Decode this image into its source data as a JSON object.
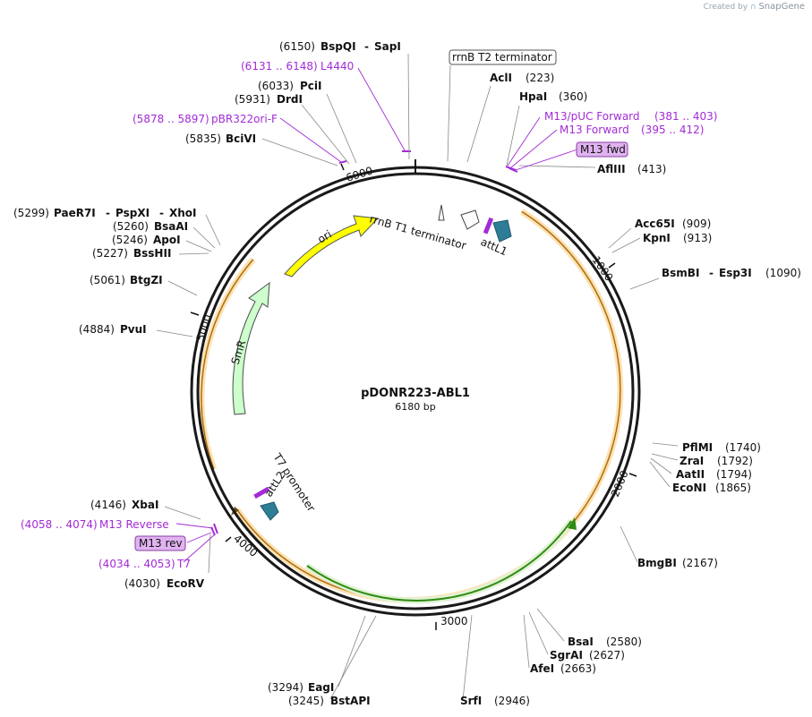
{
  "credit": {
    "prefix": "Created by",
    "brand": "SnapGene"
  },
  "plasmid": {
    "name": "pDONR223-ABL1",
    "size": "6180 bp"
  },
  "ticks": [
    "1000",
    "2000",
    "3000",
    "4000",
    "5000",
    "6000"
  ],
  "enzymes": [
    {
      "pos": "(6150)",
      "name": "BspQI",
      "sep": "-",
      "name2": "SapI"
    },
    {
      "pos": "(6033)",
      "name": "PciI"
    },
    {
      "pos": "(5931)",
      "name": "DrdI"
    },
    {
      "pos": "(5835)",
      "name": "BciVI"
    },
    {
      "name": "AclI",
      "pos": "(223)"
    },
    {
      "name": "HpaI",
      "pos": "(360)"
    },
    {
      "name": "AflIII",
      "pos": "(413)"
    },
    {
      "name": "Acc65I",
      "pos": "(909)"
    },
    {
      "name": "KpnI",
      "pos": "(913)"
    },
    {
      "name": "BsmBI",
      "sep": "-",
      "name2": "Esp3I",
      "pos": "(1090)"
    },
    {
      "name": "PflMI",
      "pos": "(1740)"
    },
    {
      "name": "ZraI",
      "pos": "(1792)"
    },
    {
      "name": "AatII",
      "pos": "(1794)"
    },
    {
      "name": "EcoNI",
      "pos": "(1865)"
    },
    {
      "name": "BmgBI",
      "pos": "(2167)"
    },
    {
      "name": "BsaI",
      "pos": "(2580)"
    },
    {
      "name": "SgrAI",
      "pos": "(2627)"
    },
    {
      "name": "AfeI",
      "pos": "(2663)"
    },
    {
      "name": "SrfI",
      "pos": "(2946)"
    },
    {
      "pos": "(3294)",
      "name": "EagI"
    },
    {
      "pos": "(3245)",
      "name": "BstAPI"
    },
    {
      "pos": "(4030)",
      "name": "EcoRV"
    },
    {
      "pos": "(4146)",
      "name": "XbaI"
    },
    {
      "pos": "(4884)",
      "name": "PvuI"
    },
    {
      "pos": "(5061)",
      "name": "BtgZI"
    },
    {
      "pos": "(5227)",
      "name": "BssHII"
    },
    {
      "pos": "(5246)",
      "name": "ApoI"
    },
    {
      "pos": "(5260)",
      "name": "BsaAI"
    },
    {
      "pos": "(5299)",
      "name": "PaeR7I",
      "sep": "-",
      "name2": "PspXI",
      "sep2": "-",
      "name3": "XhoI"
    }
  ],
  "primers": [
    {
      "range": "(6131 .. 6148)",
      "name": "L4440"
    },
    {
      "range": "(5878 .. 5897)",
      "name": "pBR322ori-F"
    },
    {
      "name": "M13/pUC Forward",
      "range": "(381 .. 403)"
    },
    {
      "name": "M13 Forward",
      "range": "(395 .. 412)"
    },
    {
      "range": "(4058 .. 4074)",
      "name": "M13 Reverse"
    },
    {
      "range": "(4034 .. 4053)",
      "name": "T7"
    }
  ],
  "boxed": {
    "rrnb_t2": "rrnB T2 terminator",
    "m13_fwd": "M13 fwd",
    "m13_rev": "M13 rev"
  },
  "features": {
    "ori": "ori",
    "smr": "SmR",
    "rrnb_t1": "rrnB T1 terminator",
    "attl1": "attL1",
    "attl2": "attL2",
    "t7_promoter": "T7 promoter"
  },
  "colors": {
    "backbone": "#1a1a1a",
    "orf_outline": "#e8a33a",
    "orf_glow": "#fbe3b8",
    "green_arc": "#2f8a12",
    "ori": "#ffff00",
    "smr": "#ccffcc",
    "att": "#2e7d96",
    "primer": "#a32bd6",
    "primer_box": "#e0b3f0"
  }
}
